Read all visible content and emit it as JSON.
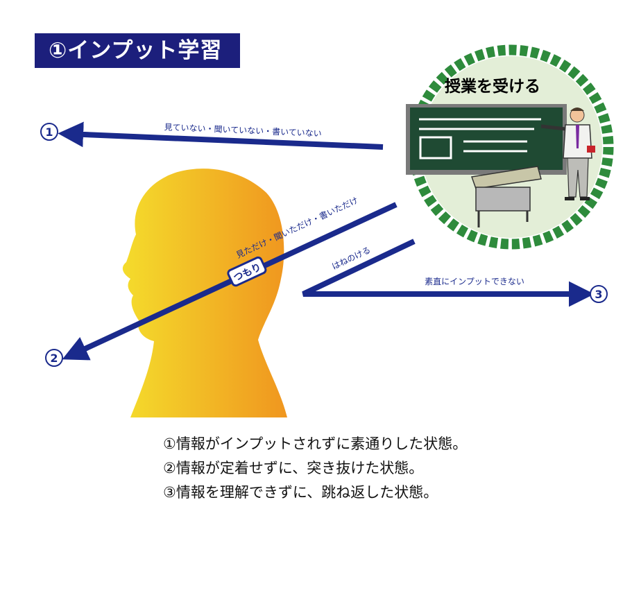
{
  "title": "①インプット学習",
  "class_label": "授業を受ける",
  "markers": {
    "one": "1",
    "two": "2",
    "three": "3"
  },
  "arrows": {
    "top": "見ていない・聞いていない・書いていない",
    "middle": "見ただけ・聞いただけ・書いただけ",
    "bounce": "はねのける",
    "right": "素直にインプットできない"
  },
  "tag": "つもり",
  "notes": [
    "①情報がインプットされずに素通りした状態。",
    "②情報が定着せずに、突き抜けた状態。",
    "③情報を理解できずに、跳ね返した状態。"
  ],
  "colors": {
    "navy": "#1c1f7c",
    "arrow": "#1a2a8c",
    "board": "#1f4a33",
    "ring": "#2e8b3c",
    "head_left": "#f3d72a",
    "head_right": "#f09722"
  }
}
